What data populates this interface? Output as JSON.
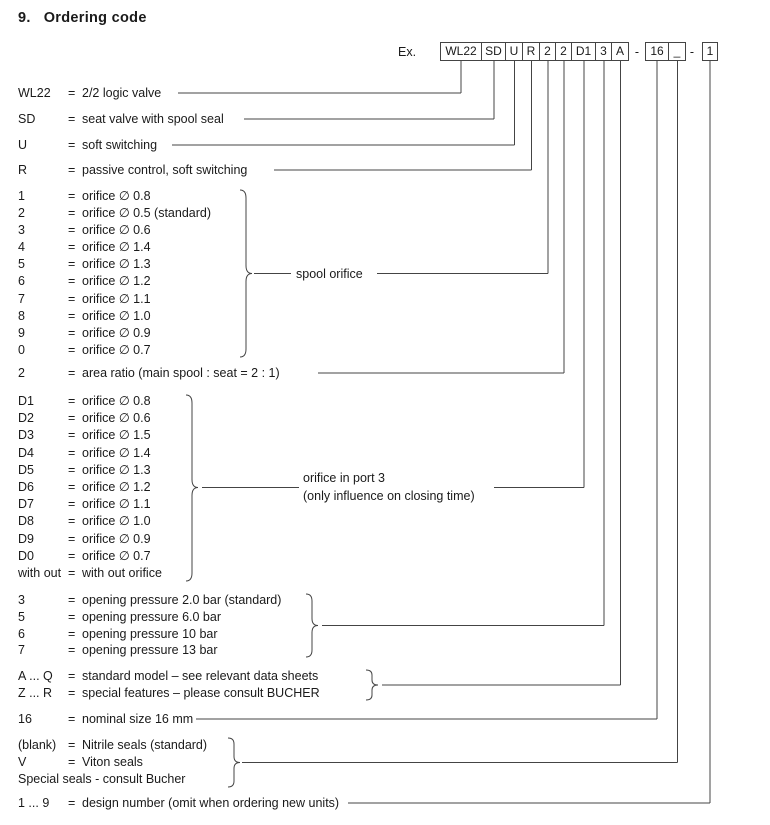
{
  "title": {
    "number": "9.",
    "text": "Ordering code"
  },
  "equals_sign": "=",
  "example": {
    "label": "Ex.",
    "code_boxes": [
      "WL22",
      "SD",
      "U",
      "R",
      "2",
      "2",
      "D1",
      "3",
      "A"
    ],
    "dash1": "-",
    "size_boxes": [
      "16",
      "_"
    ],
    "dash2": "-",
    "design_box": "1"
  },
  "valve_rows": [
    {
      "code": "WL22",
      "desc": "2/2 logic valve"
    },
    {
      "code": "SD",
      "desc": "seat valve with spool seal"
    },
    {
      "code": "U",
      "desc": "soft switching"
    },
    {
      "code": "R",
      "desc": "passive control, soft switching"
    }
  ],
  "spool_orifice": {
    "label": "spool orifice",
    "rows": [
      {
        "code": "1",
        "desc": "orifice ∅ 0.8"
      },
      {
        "code": "2",
        "desc": "orifice ∅ 0.5 (standard)"
      },
      {
        "code": "3",
        "desc": "orifice ∅ 0.6"
      },
      {
        "code": "4",
        "desc": "orifice ∅ 1.4"
      },
      {
        "code": "5",
        "desc": "orifice ∅ 1.3"
      },
      {
        "code": "6",
        "desc": "orifice ∅ 1.2"
      },
      {
        "code": "7",
        "desc": "orifice ∅ 1.1"
      },
      {
        "code": "8",
        "desc": "orifice ∅ 1.0"
      },
      {
        "code": "9",
        "desc": "orifice ∅ 0.9"
      },
      {
        "code": "0",
        "desc": "orifice ∅ 0.7"
      }
    ]
  },
  "area_ratio": {
    "code": "2",
    "desc": "area ratio (main spool : seat = 2 : 1)"
  },
  "port3_orifice": {
    "label_line1": "orifice in port 3",
    "label_line2": "(only influence on closing time)",
    "rows": [
      {
        "code": "D1",
        "desc": "orifice ∅ 0.8"
      },
      {
        "code": "D2",
        "desc": "orifice ∅ 0.6"
      },
      {
        "code": "D3",
        "desc": "orifice ∅ 1.5"
      },
      {
        "code": "D4",
        "desc": "orifice ∅ 1.4"
      },
      {
        "code": "D5",
        "desc": "orifice ∅ 1.3"
      },
      {
        "code": "D6",
        "desc": "orifice ∅ 1.2"
      },
      {
        "code": "D7",
        "desc": "orifice ∅ 1.1"
      },
      {
        "code": "D8",
        "desc": "orifice ∅ 1.0"
      },
      {
        "code": "D9",
        "desc": "orifice ∅ 0.9"
      },
      {
        "code": "D0",
        "desc": "orifice ∅ 0.7"
      },
      {
        "code": "with out",
        "desc": "with out orifice"
      }
    ]
  },
  "opening_pressure": {
    "rows": [
      {
        "code": "3",
        "desc": "opening pressure 2.0 bar (standard)"
      },
      {
        "code": "5",
        "desc": "opening pressure 6.0 bar"
      },
      {
        "code": "6",
        "desc": "opening pressure 10 bar"
      },
      {
        "code": "7",
        "desc": "opening pressure 13 bar"
      }
    ]
  },
  "model": {
    "rows": [
      {
        "code": "A ... Q",
        "desc": "standard model – see relevant data sheets"
      },
      {
        "code": "Z ... R",
        "desc": "special features – please consult BUCHER"
      }
    ]
  },
  "nominal_size": {
    "code": "16",
    "desc": "nominal size 16 mm"
  },
  "seals": {
    "rows": [
      {
        "code": "(blank)",
        "desc": "Nitrile seals (standard)"
      },
      {
        "code": "V",
        "desc": "Viton seals"
      }
    ],
    "note": "Special seals - consult Bucher"
  },
  "design_number": {
    "code": "1 ... 9",
    "desc": "design number (omit when ordering new units)"
  }
}
